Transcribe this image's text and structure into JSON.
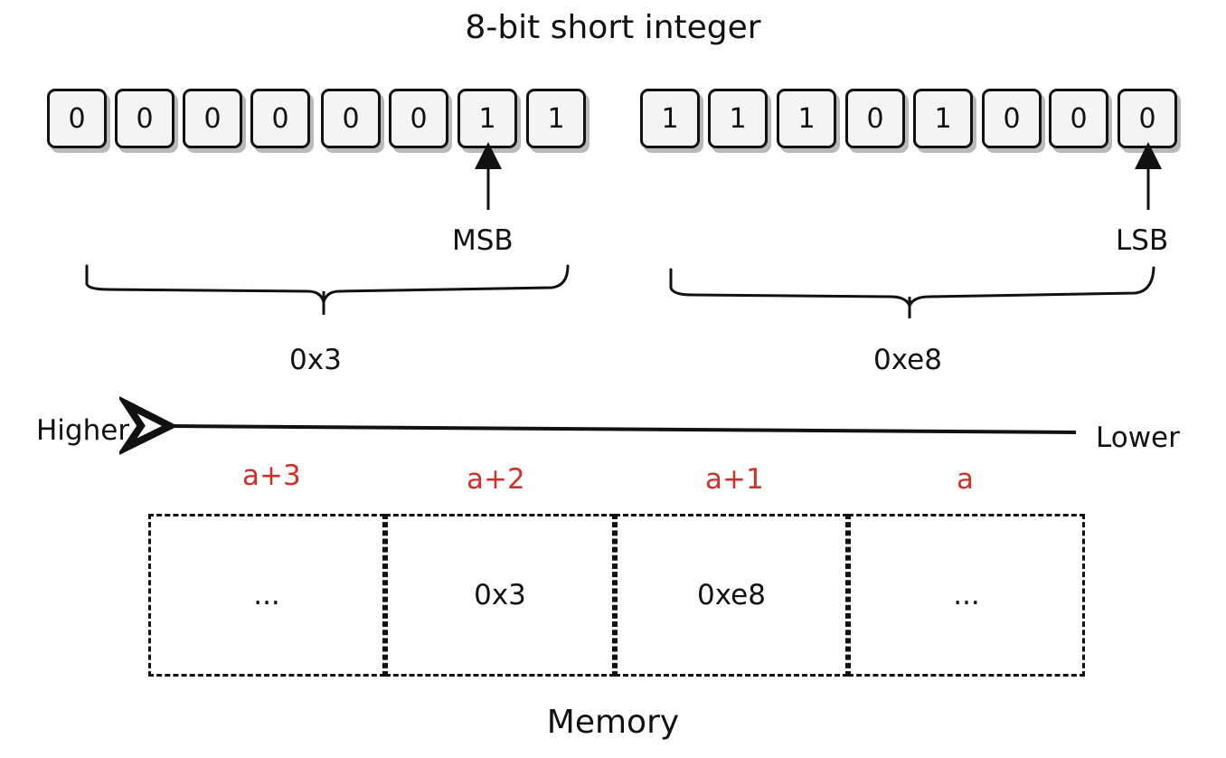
{
  "title": "8-bit short integer",
  "high_byte": {
    "bits": [
      "0",
      "0",
      "0",
      "0",
      "0",
      "0",
      "1",
      "1"
    ],
    "hex_label": "0x3",
    "pointer_label": "MSB"
  },
  "low_byte": {
    "bits": [
      "1",
      "1",
      "1",
      "0",
      "1",
      "0",
      "0",
      "0"
    ],
    "hex_label": "0xe8",
    "pointer_label": "LSB"
  },
  "direction": {
    "left_label": "Higher",
    "right_label": "Lower"
  },
  "memory": {
    "label": "Memory",
    "cells": [
      {
        "address": "a+3",
        "value": "..."
      },
      {
        "address": "a+2",
        "value": "0x3"
      },
      {
        "address": "a+1",
        "value": "0xe8"
      },
      {
        "address": "a",
        "value": "..."
      }
    ],
    "address_color": "#d0302a"
  }
}
